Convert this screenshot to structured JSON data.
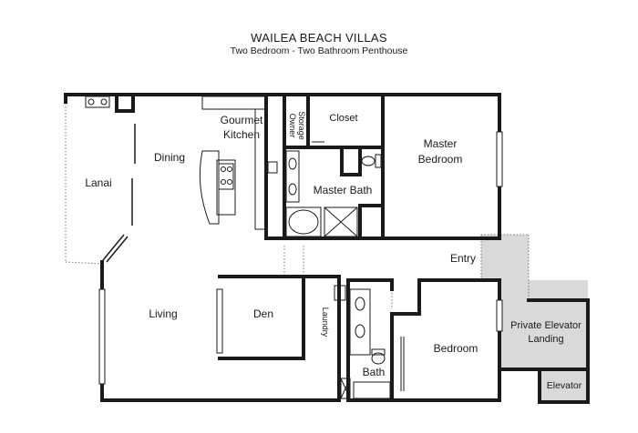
{
  "header": {
    "title": "WAILEA BEACH VILLAS",
    "subtitle": "Two Bedroom - Two Bathroom Penthouse"
  },
  "rooms": {
    "gourmet_kitchen_line1": "Gourmet",
    "gourmet_kitchen_line2": "Kitchen",
    "owner_storage_line1": "Owner",
    "owner_storage_line2": "Storage",
    "closet": "Closet",
    "master_bedroom_line1": "Master",
    "master_bedroom_line2": "Bedroom",
    "dining": "Dining",
    "lanai": "Lanai",
    "master_bath": "Master Bath",
    "entry": "Entry",
    "living": "Living",
    "den": "Den",
    "laundry": "Laundry",
    "bedroom": "Bedroom",
    "bath": "Bath",
    "private_elevator_line1": "Private Elevator",
    "private_elevator_line2": "Landing",
    "elevator": "Elevator"
  },
  "colors": {
    "wall": "#1a1a1a",
    "landing_fill": "#d9d9d9",
    "fixture": "#555555"
  }
}
